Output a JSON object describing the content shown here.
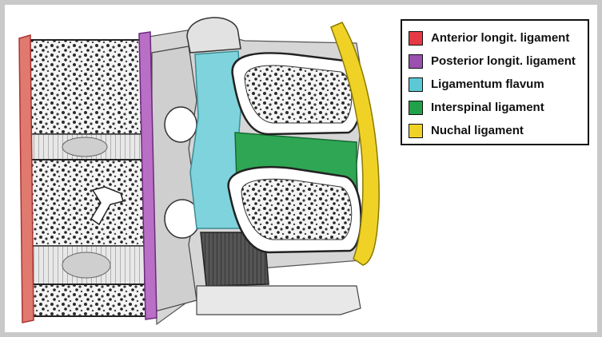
{
  "legend": {
    "items": [
      {
        "label": "Anterior longit. ligament",
        "color": "#e63946"
      },
      {
        "label": "Posterior longit. ligament",
        "color": "#9b4fb0"
      },
      {
        "label": "Ligamentum flavum",
        "color": "#5cc8d6"
      },
      {
        "label": "Interspinal ligament",
        "color": "#22a04a"
      },
      {
        "label": "Nuchal ligament",
        "color": "#f0d227"
      }
    ]
  }
}
